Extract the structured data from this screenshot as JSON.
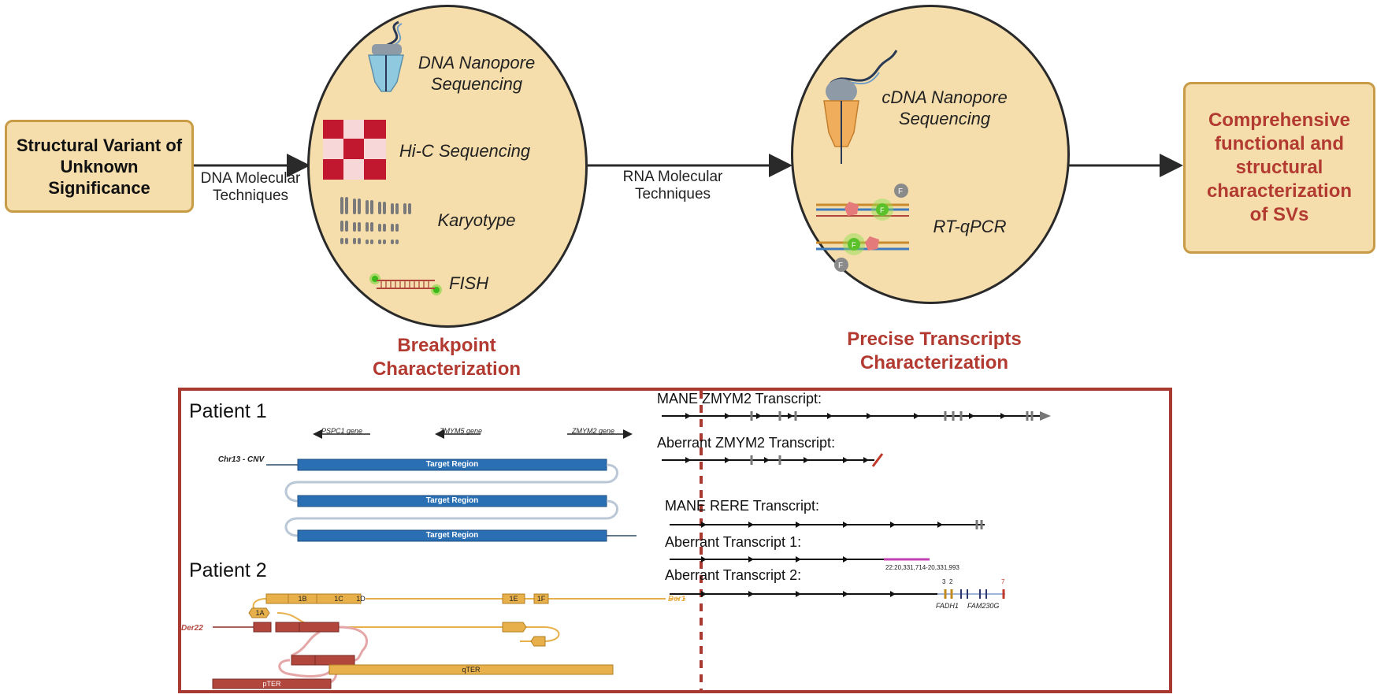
{
  "start_box": {
    "text": "Structural Variant of Unknown Significance"
  },
  "end_box": {
    "text": "Comprehensive functional and structural characterization of SVs"
  },
  "arrows": {
    "dna_label": "DNA Molecular Techniques",
    "rna_label": "RNA Molecular Techniques"
  },
  "breakpoint": {
    "title": "Breakpoint Characterization",
    "techniques": [
      {
        "label": "DNA Nanopore Sequencing",
        "icon": "nanopore-icon"
      },
      {
        "label": "Hi-C Sequencing",
        "icon": "hic-matrix-icon"
      },
      {
        "label": "Karyotype",
        "icon": "karyotype-icon"
      },
      {
        "label": "FISH",
        "icon": "fish-probe-icon"
      }
    ]
  },
  "transcripts": {
    "title": "Precise Transcripts Characterization",
    "techniques": [
      {
        "label": "cDNA Nanopore Sequencing",
        "icon": "nanopore-icon"
      },
      {
        "label": "RT-qPCR",
        "icon": "qpcr-icon"
      }
    ]
  },
  "patient1": {
    "title": "Patient 1",
    "chr_label": "Chr13 - CNV",
    "genes": [
      "PSPC1 gene",
      "ZMYM5 gene",
      "ZMYM2 gene"
    ],
    "target_label": "Target Region"
  },
  "patient2": {
    "title": "Patient 2",
    "der1_label": "Der1",
    "der22_label": "Der22",
    "segments": [
      "1B",
      "1C",
      "1D",
      "1E",
      "1F",
      "1A",
      "qTER",
      "pTER"
    ]
  },
  "right_panel": {
    "mane_zmym2": "MANE ZMYM2 Transcript:",
    "aberrant_zmym2": "Aberrant ZMYM2 Transcript:",
    "mane_rere": "MANE RERE Transcript:",
    "aberrant1": "Aberrant Transcript 1:",
    "aberrant1_coord": "22:20,331,714-20,331,993",
    "aberrant2": "Aberrant Transcript 2:",
    "fadh1": "FADH1",
    "fam230g": "FAM230G",
    "marks": [
      "3",
      "2",
      "7"
    ]
  },
  "colors": {
    "accent_red": "#b23a31",
    "box_fill": "#f5deac",
    "target_blue": "#2a6fb3",
    "seg_orange": "#e8b04a",
    "seg_red": "#b0463c"
  }
}
